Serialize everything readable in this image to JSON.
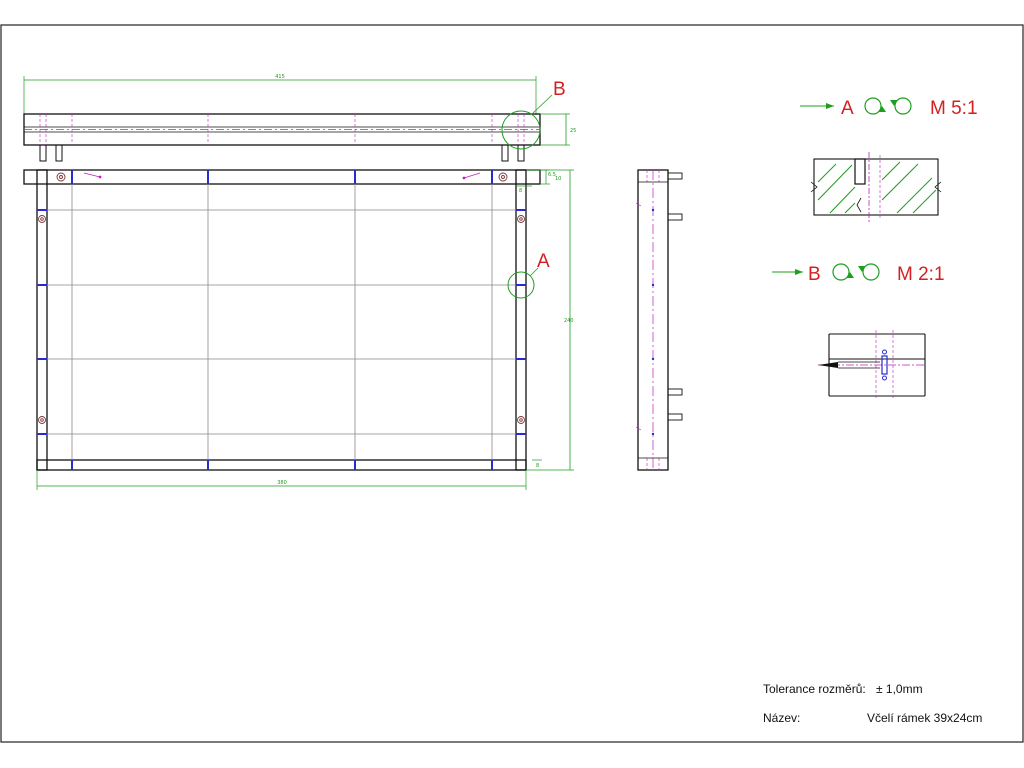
{
  "drawing": {
    "dims": {
      "top_length": "415",
      "side_height": "25",
      "bottom_width": "380",
      "frame_height": "240",
      "offset_small": "8",
      "offset_top1": "6.5",
      "offset_top2": "10",
      "offset_bottom": "8"
    },
    "callouts": {
      "a": "A",
      "b": "B"
    },
    "details": {
      "a": {
        "letter": "A",
        "scale": "M 5:1"
      },
      "b": {
        "letter": "B",
        "scale": "M 2:1"
      }
    },
    "title_block": {
      "tolerance_label": "Tolerance rozměrů:",
      "tolerance_value": "± 1,0mm",
      "name_label": "Název:",
      "name_value": "Včelí rámek 39x24cm"
    },
    "colors": {
      "outline": "#111111",
      "dimension": "#1e9e1e",
      "centerline": "#c020c0",
      "callout": "#d42020",
      "joint": "#2a2ad0",
      "grid": "#888888"
    }
  }
}
